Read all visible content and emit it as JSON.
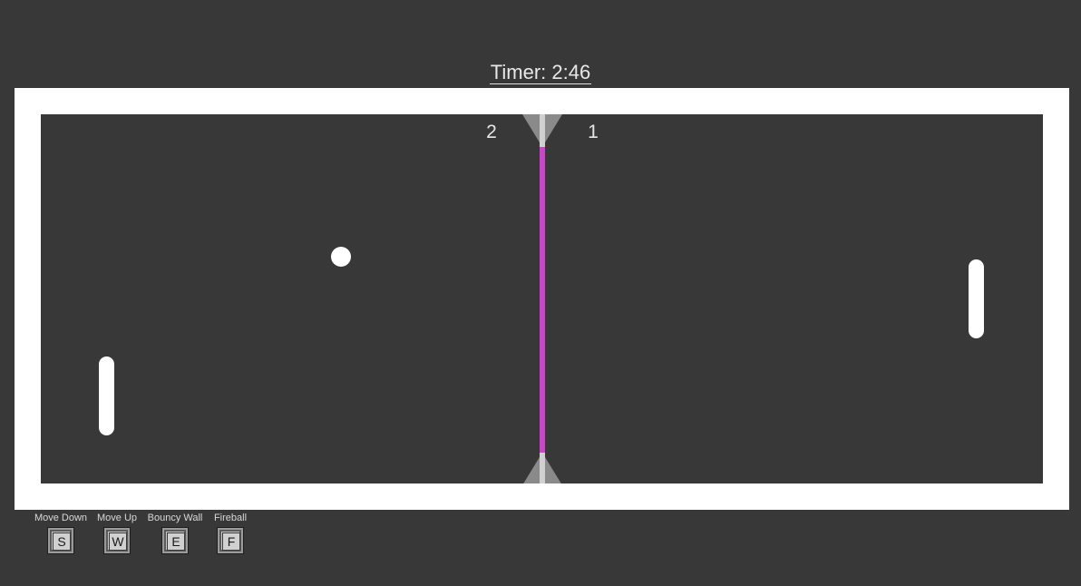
{
  "timer": {
    "text": "Timer: 2:46"
  },
  "scores": {
    "left": "2",
    "right": "1"
  },
  "colors": {
    "background": "#383838",
    "border": "#ffffff",
    "divider": "#cc44cc",
    "gate": "#8a8a8a",
    "paddle": "#ffffff",
    "ball": "#ffffff"
  },
  "controls": [
    {
      "label": "Move Down",
      "key": "S"
    },
    {
      "label": "Move Up",
      "key": "W"
    },
    {
      "label": "Bouncy Wall",
      "key": "E"
    },
    {
      "label": "Fireball",
      "key": "F"
    }
  ]
}
